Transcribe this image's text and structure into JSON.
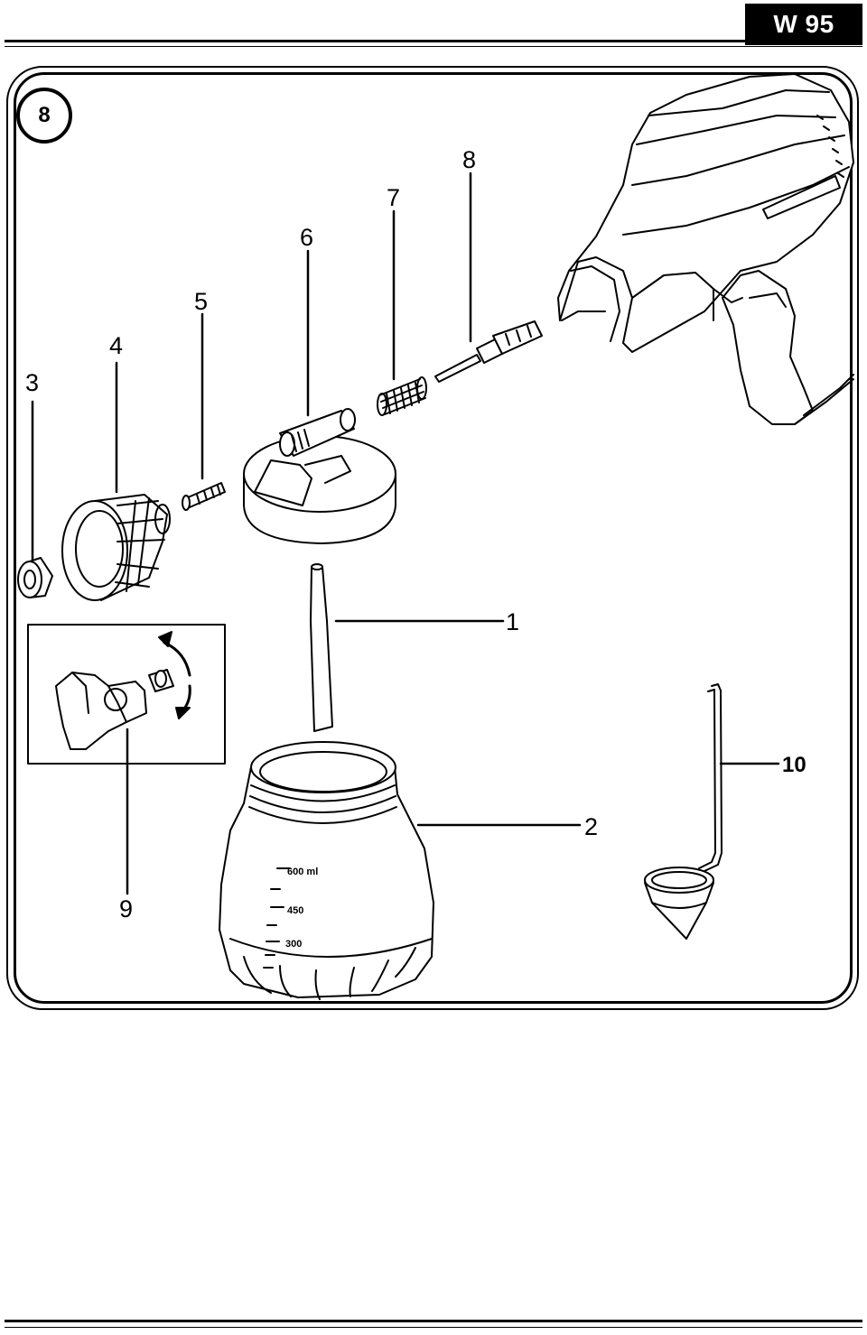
{
  "header": {
    "model": "W 95"
  },
  "step": {
    "number": "8"
  },
  "callouts": [
    "1",
    "2",
    "3",
    "4",
    "5",
    "6",
    "7",
    "8",
    "9",
    "10"
  ],
  "container_scale": [
    "600 ml",
    "450",
    "300"
  ]
}
